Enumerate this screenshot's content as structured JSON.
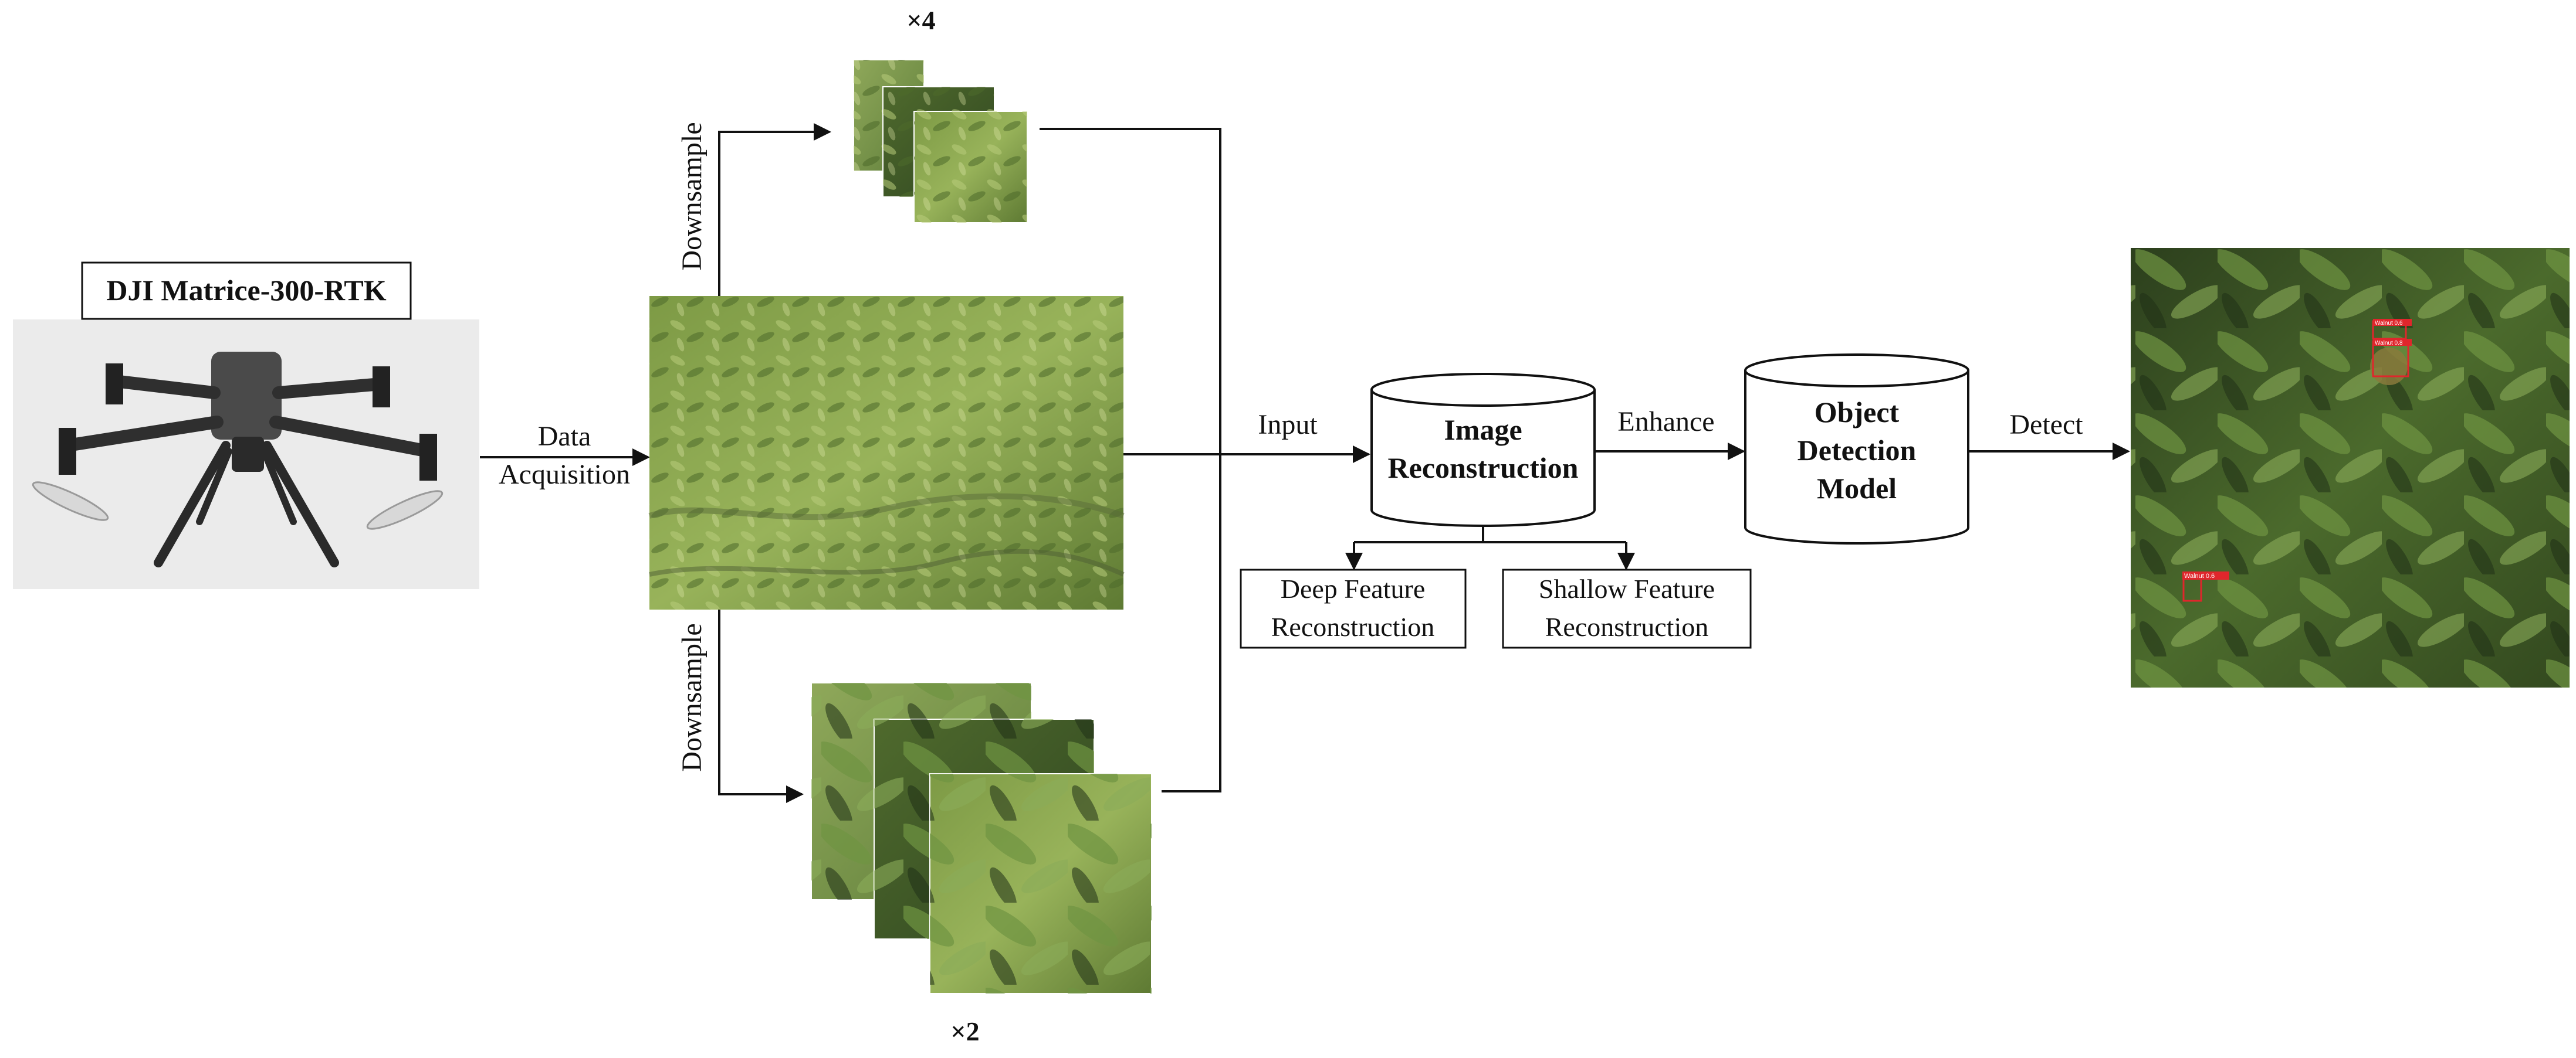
{
  "drone": {
    "title": "DJI Matrice-300-RTK"
  },
  "labels": {
    "data_acquisition_line1": "Data",
    "data_acquisition_line2": "Acquisition",
    "downsample_top": "Downsample",
    "downsample_bottom": "Downsample",
    "scale_x4": "×4",
    "scale_x2": "×2",
    "input": "Input",
    "enhance": "Enhance",
    "detect": "Detect"
  },
  "image_reconstruction": {
    "line1": "Image",
    "line2": "Reconstruction"
  },
  "object_detection": {
    "line1": "Object",
    "line2": "Detection",
    "line3": "Model"
  },
  "deep_feature": {
    "line1": "Deep Feature",
    "line2": "Reconstruction"
  },
  "shallow_feature": {
    "line1": "Shallow Feature",
    "line2": "Reconstruction"
  },
  "detections": [
    {
      "label": "Walnut 0.6"
    },
    {
      "label": "Walnut 0.8"
    },
    {
      "label": "Walnut 0.6"
    }
  ],
  "colors": {
    "foliage_dark": "#3f5a2c",
    "foliage_mid": "#6f8c3e",
    "foliage_light": "#a9bf6c",
    "detection_box": "#e0262c",
    "drone_background": "#ebebeb"
  }
}
